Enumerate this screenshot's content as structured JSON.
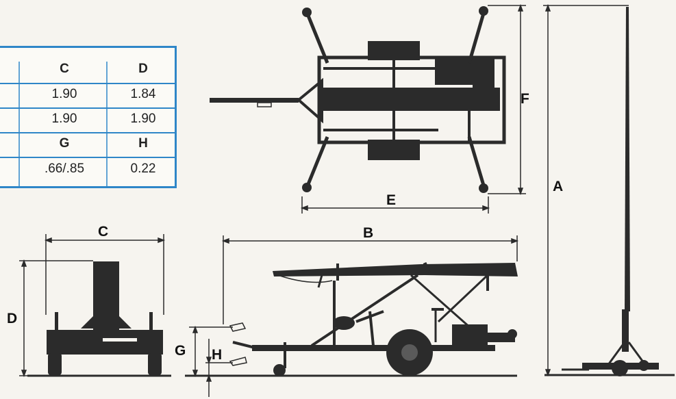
{
  "table": {
    "rows": [
      [
        "C",
        "D"
      ],
      [
        "1.90",
        "1.84"
      ],
      [
        "1.90",
        "1.90"
      ],
      [
        "G",
        "H"
      ],
      [
        ".66/.85",
        "0.22"
      ]
    ]
  },
  "labels": {
    "A": "A",
    "B": "B",
    "C": "C",
    "D": "D",
    "E": "E",
    "F": "F",
    "G": "G",
    "H": "H"
  },
  "colors": {
    "ink": "#2b2b2b",
    "table_border": "#2e86c8",
    "paper": "#f6f4ef"
  }
}
